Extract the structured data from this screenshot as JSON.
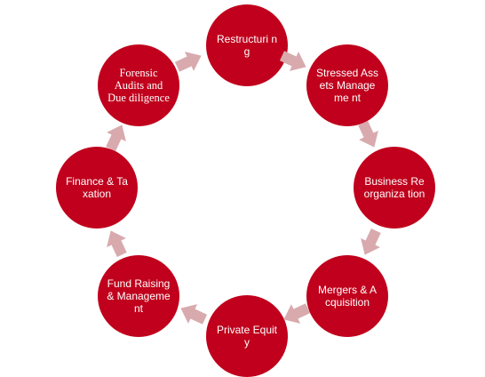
{
  "diagram": {
    "colors": {
      "node_fill": "#c0001c",
      "node_text": "#ffffff",
      "arrow_fill": "#d8aaae"
    },
    "nodes": [
      {
        "id": "restructuring",
        "label": "Restructuri ng"
      },
      {
        "id": "stressed-assets",
        "label": "Stressed Assets Manageme nt"
      },
      {
        "id": "business-reorganization",
        "label": "Business Reorganiza tion"
      },
      {
        "id": "mergers-acquisition",
        "label": "Mergers & Acquisition"
      },
      {
        "id": "private-equity",
        "label": "Private Equity"
      },
      {
        "id": "fund-raising",
        "label": "Fund Raising & Manageme nt"
      },
      {
        "id": "finance-taxation",
        "label": "Finance & Taxation"
      },
      {
        "id": "forensic-audits",
        "label": "Forensic Audits and Due diligence"
      }
    ]
  }
}
